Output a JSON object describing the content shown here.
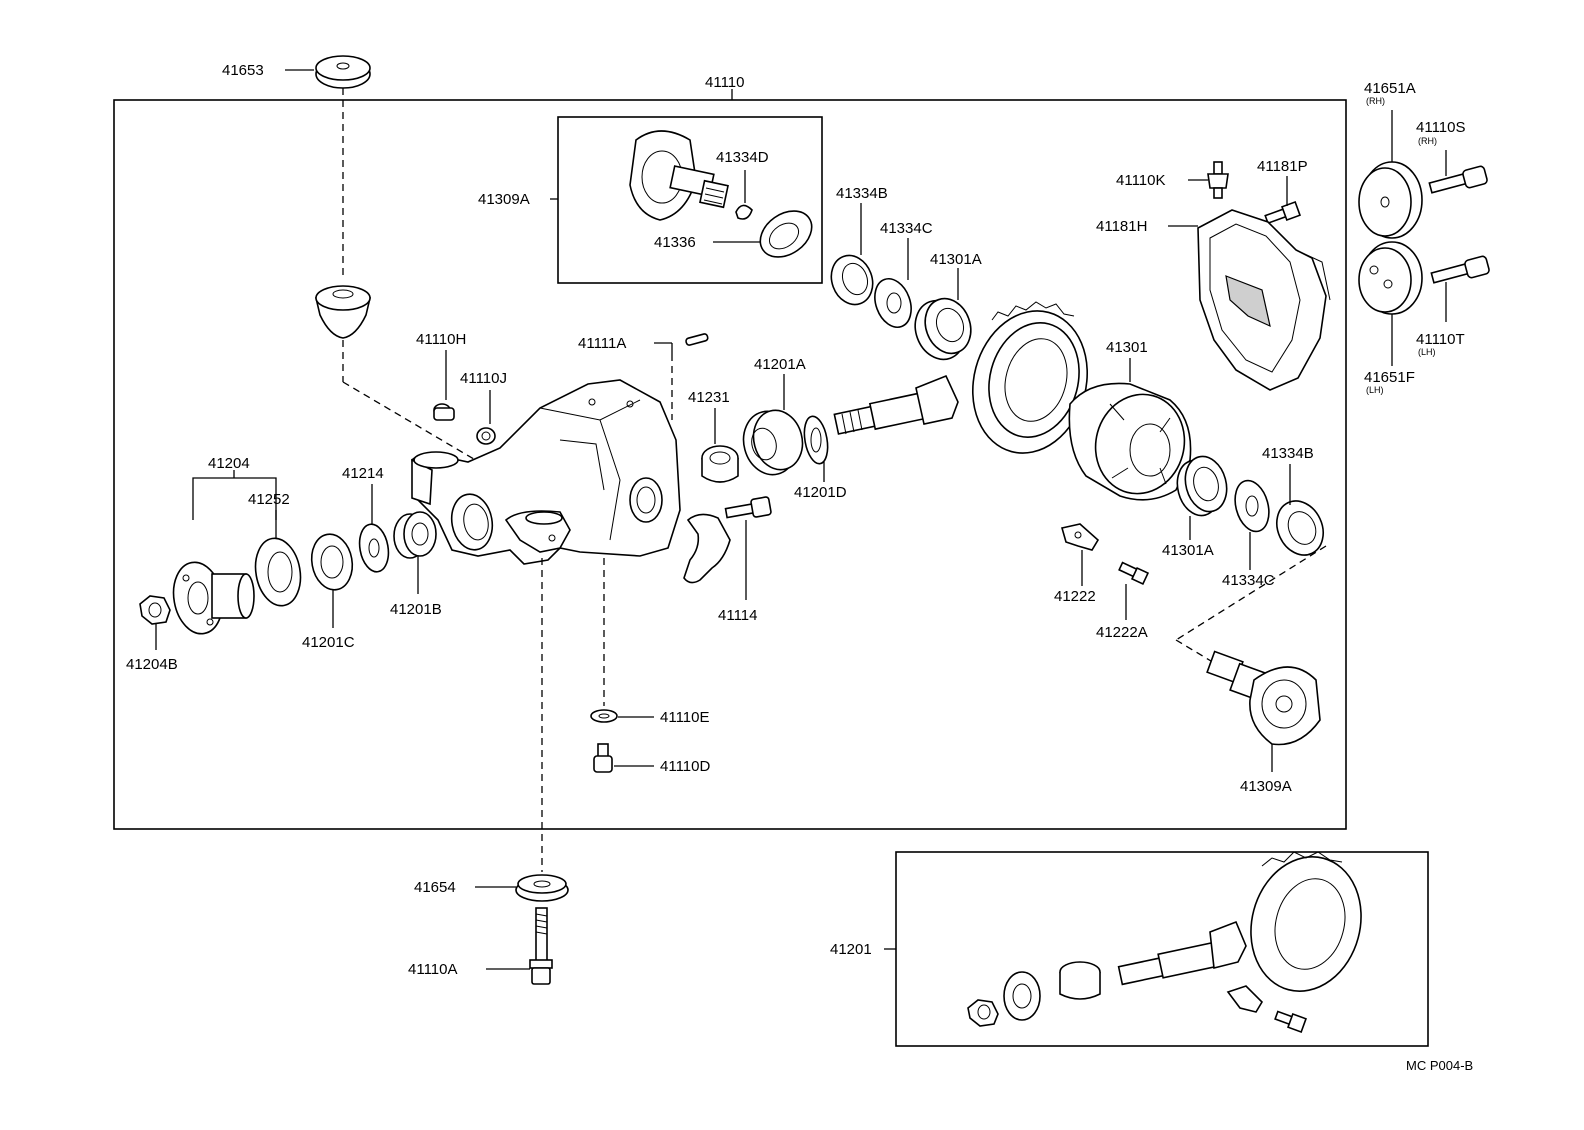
{
  "diagram": {
    "labels": {
      "l41653": "41653",
      "l41110": "41110",
      "l41651A": "41651A",
      "l41651A_sub": "(RH)",
      "l41110S": "41110S",
      "l41110S_sub": "(RH)",
      "l41309A_top": "41309A",
      "l41334D": "41334D",
      "l41336": "41336",
      "l41334B_top": "41334B",
      "l41334C_top": "41334C",
      "l41301A_top": "41301A",
      "l41110K": "41110K",
      "l41181P": "41181P",
      "l41181H": "41181H",
      "l41110T": "41110T",
      "l41110T_sub": "(LH)",
      "l41651F": "41651F",
      "l41651F_sub": "(LH)",
      "l41110H": "41110H",
      "l41111A": "41111A",
      "l41201A": "41201A",
      "l41301": "41301",
      "l41110J": "41110J",
      "l41231": "41231",
      "l41201D": "41201D",
      "l41204": "41204",
      "l41214": "41214",
      "l41252": "41252",
      "l41334B_right": "41334B",
      "l41301A_right": "41301A",
      "l41334C_right": "41334C",
      "l41222": "41222",
      "l41222A": "41222A",
      "l41201B": "41201B",
      "l41201C": "41201C",
      "l41204B": "41204B",
      "l41114": "41114",
      "l41110E": "41110E",
      "l41110D": "41110D",
      "l41309A_bottom": "41309A",
      "l41654": "41654",
      "l41110A": "41110A",
      "l41201": "41201",
      "ref_code": "MC  P004-B"
    }
  }
}
